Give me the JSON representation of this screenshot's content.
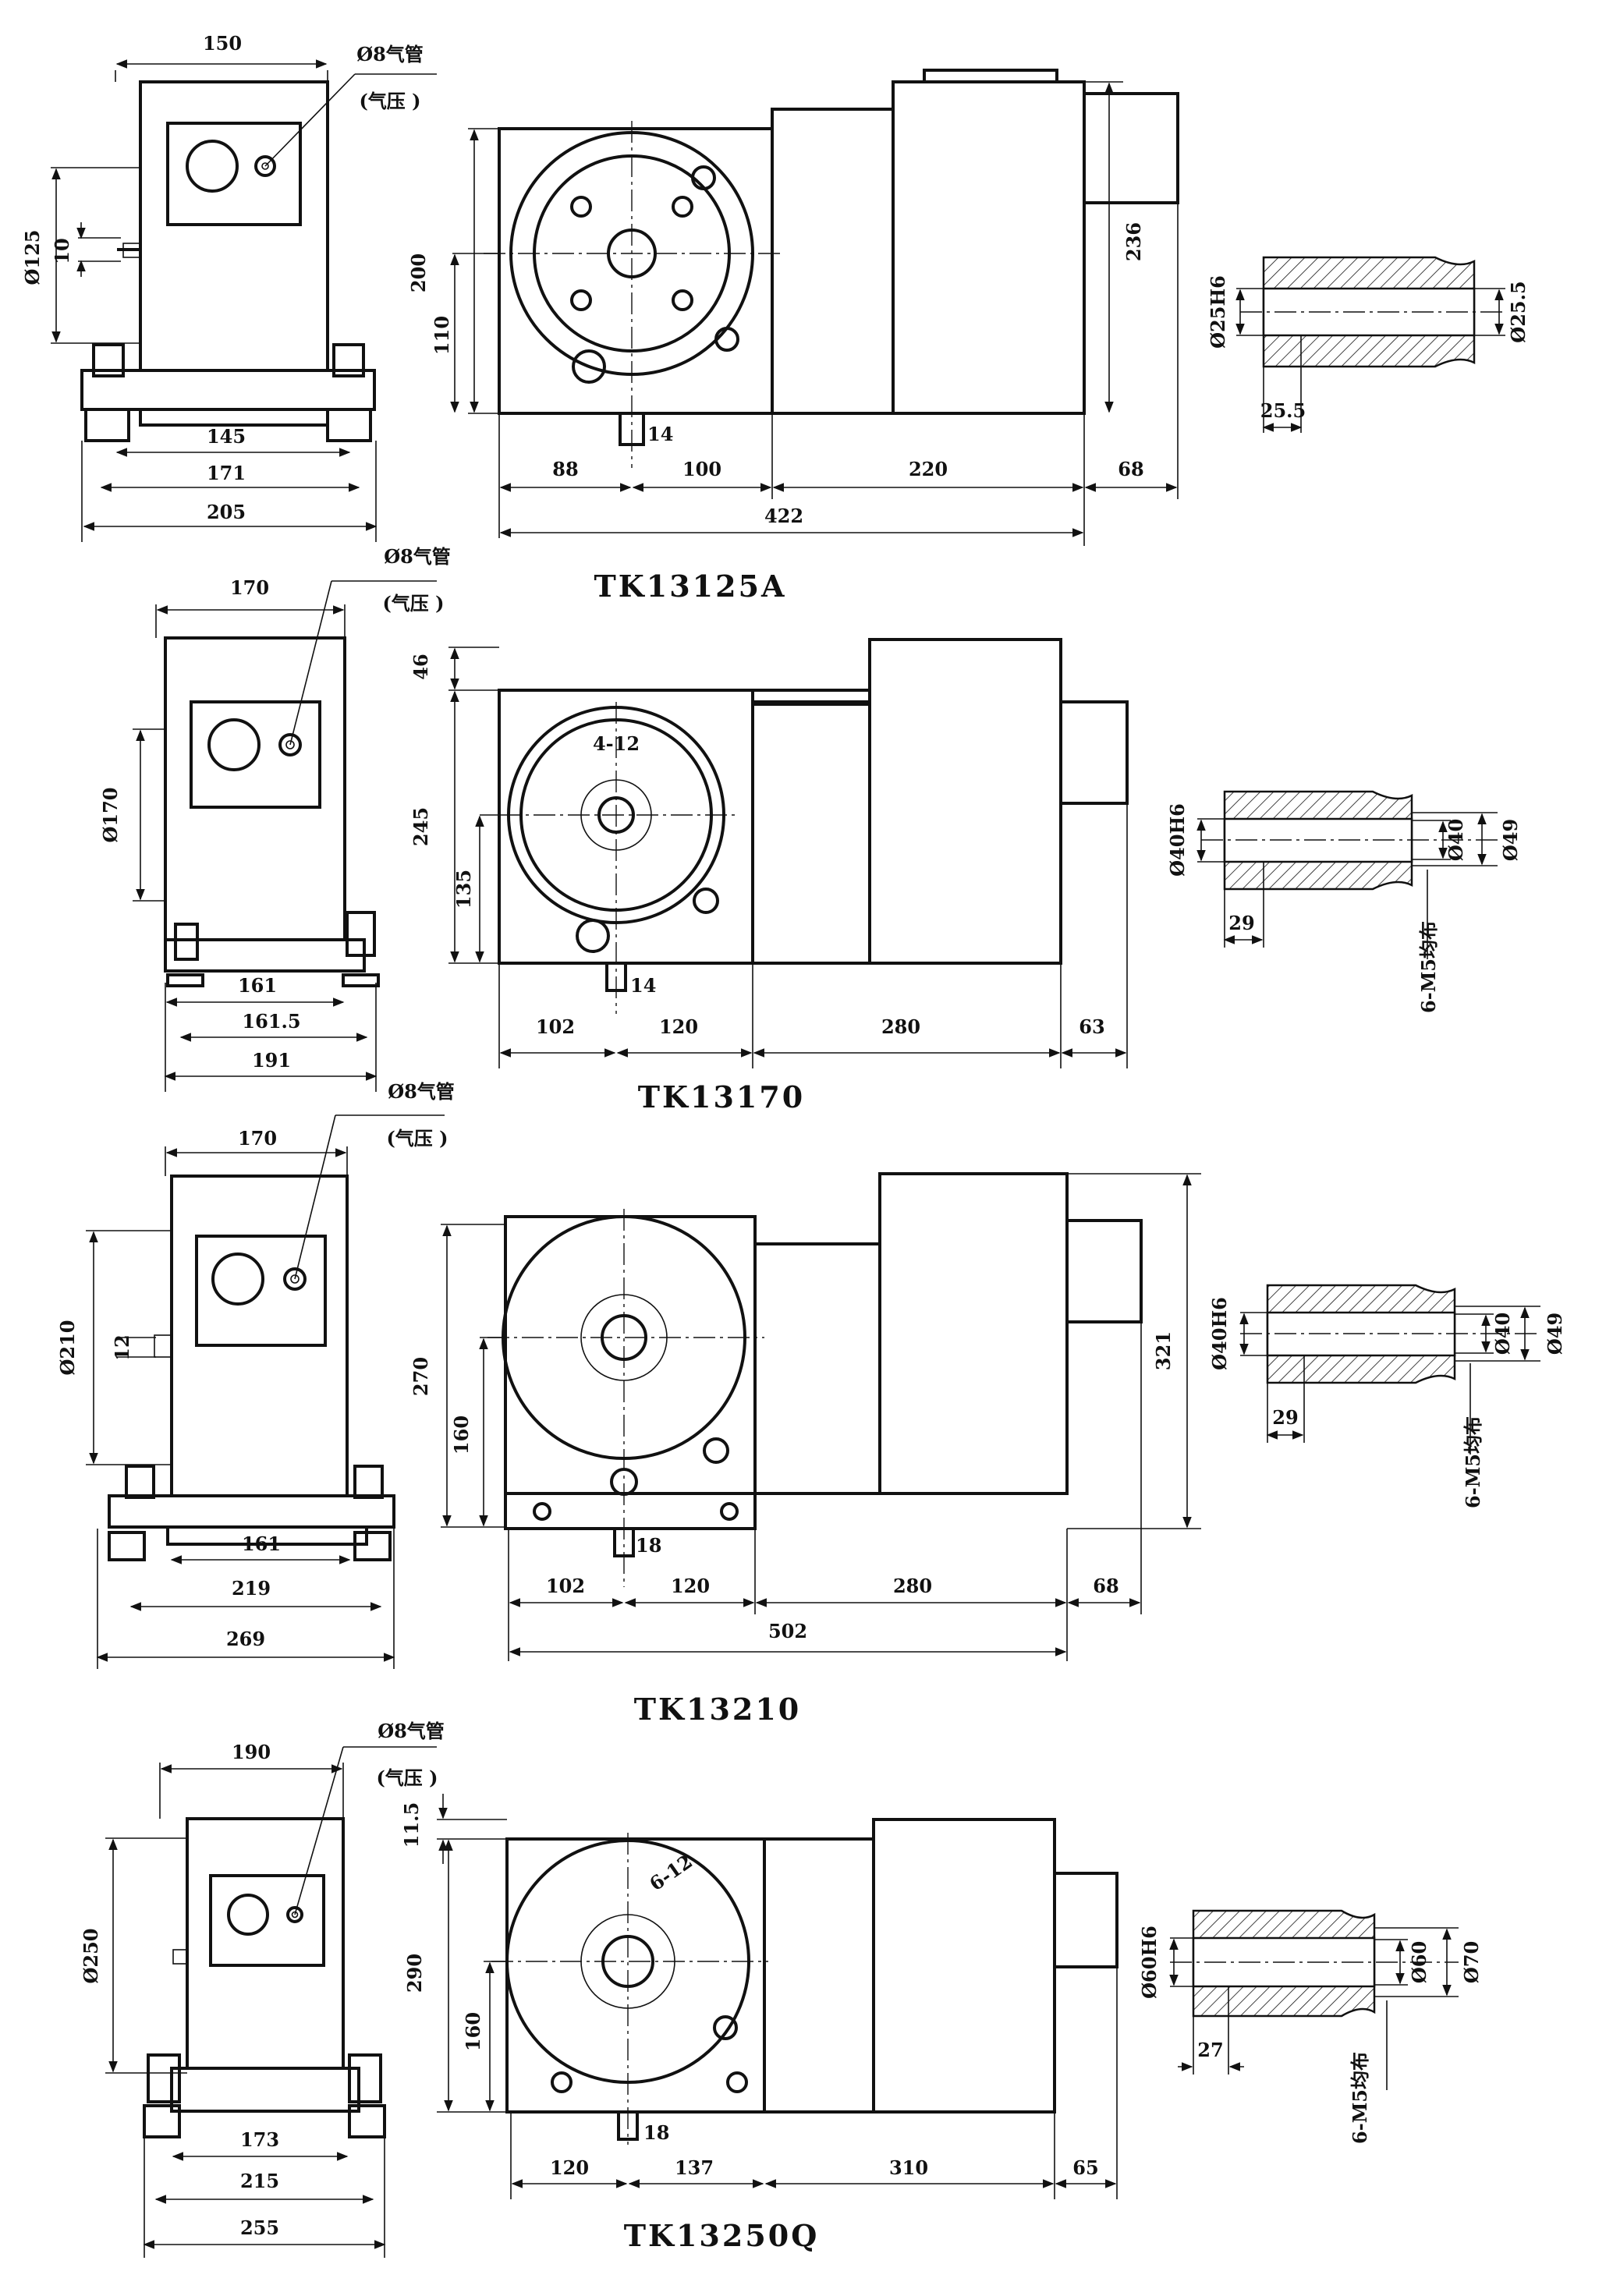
{
  "annotations": {
    "air_pipe": "Ø8气管",
    "air_pressure": "(气压 )",
    "thread_holes": "6-M5均布"
  },
  "models": [
    {
      "title": "TK13125A",
      "side": {
        "top": "150",
        "h_dia": "Ø125",
        "h_small": "10",
        "b1": "145",
        "b2": "171",
        "b3": "205"
      },
      "front": {
        "h_total": "200",
        "h_center": "110",
        "slot": "14",
        "d1": "88",
        "d2": "100",
        "d3": "220",
        "d4": "68",
        "total": "422",
        "h_motor": "236",
        "slots": ""
      },
      "spindle": {
        "bore": "Ø25H6",
        "inner": "Ø25.5",
        "outer": "",
        "depth": "25.5"
      }
    },
    {
      "title": "TK13170",
      "side": {
        "top": "170",
        "h_dia": "Ø170",
        "h_small": "",
        "b1": "161",
        "b2": "161.5",
        "b3": "191"
      },
      "front": {
        "h_top": "46",
        "h_total": "245",
        "h_center": "135",
        "slot": "14",
        "d1": "102",
        "d2": "120",
        "d3": "280",
        "d4": "63",
        "total": "",
        "h_motor": "",
        "slots": "4-12"
      },
      "spindle": {
        "bore": "Ø40H6",
        "inner": "Ø40",
        "outer": "Ø49",
        "depth": "29"
      }
    },
    {
      "title": "TK13210",
      "side": {
        "top": "170",
        "h_dia": "Ø210",
        "h_small": "12",
        "b1": "161",
        "b2": "219",
        "b3": "269"
      },
      "front": {
        "h_total": "270",
        "h_center": "160",
        "slot": "18",
        "d1": "102",
        "d2": "120",
        "d3": "280",
        "d4": "68",
        "total": "502",
        "h_motor": "321",
        "slots": ""
      },
      "spindle": {
        "bore": "Ø40H6",
        "inner": "Ø40",
        "outer": "Ø49",
        "depth": "29"
      }
    },
    {
      "title": "TK13250Q",
      "side": {
        "top": "190",
        "h_dia": "Ø250",
        "h_small": "",
        "b1": "173",
        "b2": "215",
        "b3": "255"
      },
      "front": {
        "h_top": "11.5",
        "h_total": "290",
        "h_center": "160",
        "slot": "18",
        "d1": "120",
        "d2": "137",
        "d3": "310",
        "d4": "65",
        "total": "",
        "h_motor": "",
        "slots": "6-12"
      },
      "spindle": {
        "bore": "Ø60H6",
        "inner": "Ø60",
        "outer": "Ø70",
        "depth": "27"
      }
    }
  ]
}
